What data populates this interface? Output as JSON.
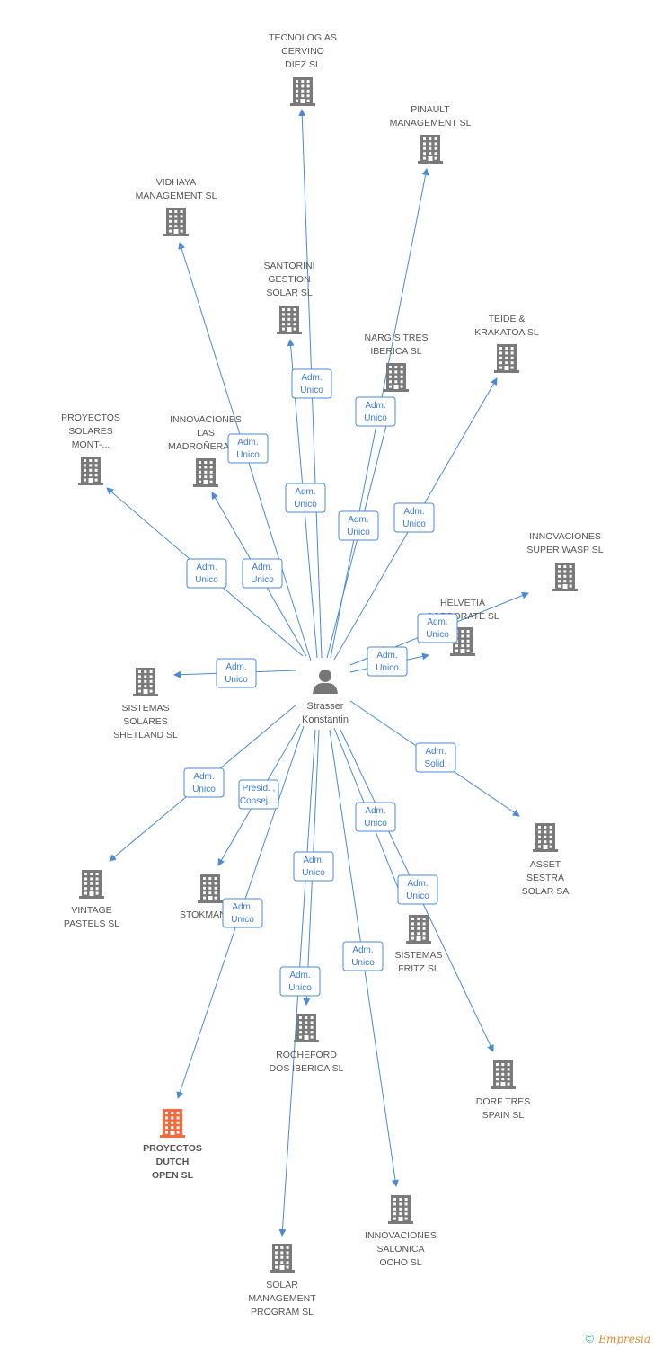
{
  "person": {
    "name_lines": [
      "Strasser",
      "Konstantin"
    ]
  },
  "companies": [
    {
      "id": "tecnologias",
      "lines": [
        "TECNOLOGIAS",
        "CERVINO",
        "DIEZ SL"
      ],
      "focus": false
    },
    {
      "id": "pinault",
      "lines": [
        "PINAULT",
        "MANAGEMENT SL"
      ],
      "focus": false
    },
    {
      "id": "vidhaya",
      "lines": [
        "VIDHAYA",
        "MANAGEMENT SL"
      ],
      "focus": false
    },
    {
      "id": "santorini",
      "lines": [
        "SANTORINI",
        "GESTION",
        "SOLAR SL"
      ],
      "focus": false
    },
    {
      "id": "nargis",
      "lines": [
        "NARGIS TRES",
        "IBERICA SL"
      ],
      "focus": false
    },
    {
      "id": "teide",
      "lines": [
        "TEIDE &",
        "KRAKATOA SL"
      ],
      "focus": false
    },
    {
      "id": "proyectos_mont",
      "lines": [
        "PROYECTOS",
        "SOLARES",
        "MONT-..."
      ],
      "focus": false
    },
    {
      "id": "innov_madronera",
      "lines": [
        "INNOVACIONES",
        "LAS",
        "MADROÑERAS..."
      ],
      "focus": false
    },
    {
      "id": "innov_superwasp",
      "lines": [
        "INNOVACIONES",
        "SUPER WASP SL"
      ],
      "focus": false
    },
    {
      "id": "helvetia",
      "lines": [
        "HELVETIA",
        "CORPORATE SL"
      ],
      "focus": false
    },
    {
      "id": "shetland",
      "lines": [
        "SISTEMAS",
        "SOLARES",
        "SHETLAND SL"
      ],
      "focus": false
    },
    {
      "id": "asset_sestra",
      "lines": [
        "ASSET",
        "SESTRA",
        "SOLAR SA"
      ],
      "focus": false
    },
    {
      "id": "vintage",
      "lines": [
        "VINTAGE",
        "PASTELS SL"
      ],
      "focus": false
    },
    {
      "id": "stokmann",
      "lines": [
        "STOKMANN..."
      ],
      "focus": false
    },
    {
      "id": "sistemas_fritz",
      "lines": [
        "SISTEMAS",
        "FRITZ SL"
      ],
      "focus": false
    },
    {
      "id": "rocheford",
      "lines": [
        "ROCHEFORD",
        "DOS IBERICA SL"
      ],
      "focus": false
    },
    {
      "id": "dorf",
      "lines": [
        "DORF TRES",
        "SPAIN SL"
      ],
      "focus": false
    },
    {
      "id": "proyectos_dutch",
      "lines": [
        "PROYECTOS",
        "DUTCH",
        "OPEN SL"
      ],
      "focus": true
    },
    {
      "id": "innov_salonica",
      "lines": [
        "INNOVACIONES",
        "SALONICA",
        "OCHO SL"
      ],
      "focus": false
    },
    {
      "id": "solar_mgmt",
      "lines": [
        "SOLAR",
        "MANAGEMENT",
        "PROGRAM SL"
      ],
      "focus": false
    }
  ],
  "relations": [
    {
      "target": "tecnologias",
      "role": [
        "Adm.",
        "Unico"
      ]
    },
    {
      "target": "pinault",
      "role": [
        "Adm.",
        "Unico"
      ]
    },
    {
      "target": "vidhaya",
      "role": [
        "Adm.",
        "Unico"
      ]
    },
    {
      "target": "santorini",
      "role": [
        "Adm.",
        "Unico"
      ]
    },
    {
      "target": "nargis",
      "role": [
        "Adm.",
        "Unico"
      ]
    },
    {
      "target": "teide",
      "role": [
        "Adm.",
        "Unico"
      ]
    },
    {
      "target": "proyectos_mont",
      "role": [
        "Adm.",
        "Unico"
      ]
    },
    {
      "target": "innov_madronera",
      "role": [
        "Adm.",
        "Unico"
      ]
    },
    {
      "target": "innov_superwasp",
      "role": [
        "Adm.",
        "Unico"
      ]
    },
    {
      "target": "helvetia",
      "role": [
        "Adm.",
        "Unico"
      ]
    },
    {
      "target": "shetland",
      "role": [
        "Adm.",
        "Unico"
      ]
    },
    {
      "target": "asset_sestra",
      "role": [
        "Adm.",
        "Solid."
      ]
    },
    {
      "target": "vintage",
      "role": [
        "Adm.",
        "Unico"
      ]
    },
    {
      "target": "stokmann",
      "role": [
        "Presid. ,",
        "Consej...."
      ]
    },
    {
      "target": "sistemas_fritz",
      "role": [
        "Adm.",
        "Unico"
      ]
    },
    {
      "target": "rocheford",
      "role": [
        "Adm.",
        "Unico"
      ]
    },
    {
      "target": "dorf",
      "role": [
        "Adm.",
        "Unico"
      ]
    },
    {
      "target": "proyectos_dutch",
      "role": [
        "Adm.",
        "Unico"
      ]
    },
    {
      "target": "innov_salonica",
      "role": [
        "Adm.",
        "Unico"
      ]
    },
    {
      "target": "solar_mgmt",
      "role": [
        "Adm.",
        "Unico"
      ]
    }
  ],
  "colors": {
    "edge": "#4a8ad6",
    "building": "#7a7a7a",
    "building_focus": "#f26a3d",
    "person": "#777777"
  },
  "footer": {
    "copyright": "©",
    "brand": "Empresia"
  }
}
